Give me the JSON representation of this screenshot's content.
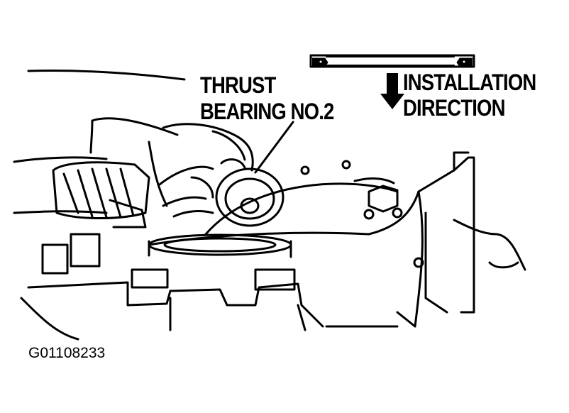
{
  "labels": {
    "thrust_bearing_line1": "THRUST",
    "thrust_bearing_line2": "BEARING NO.2",
    "installation_line1": "INSTALLATION",
    "installation_line2": "DIRECTION",
    "figure_id": "G01108233"
  },
  "colors": {
    "ink": "#000000",
    "background": "#ffffff"
  },
  "icons": {
    "direction_arrow": "arrow-down-icon",
    "bearing_profile": "bearing-cross-section-icon"
  }
}
